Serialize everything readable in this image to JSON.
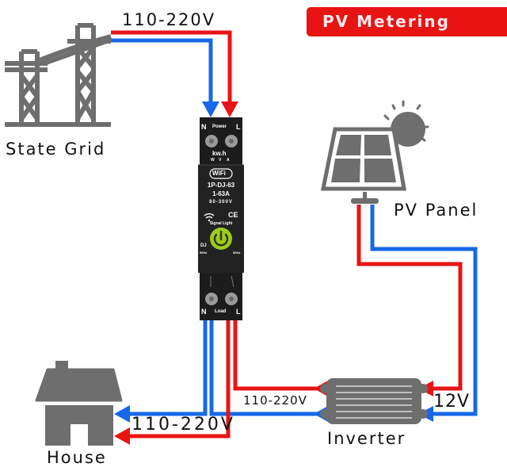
{
  "title": "PV Metering",
  "colors": {
    "live_wire": "#e81414",
    "neutral_wire": "#1768e8",
    "icon_gray": "#6e6e6e",
    "meter_body": "#1c1c1c",
    "power_button": "#9ccc1c",
    "title_bg": "#e81414"
  },
  "nodes": {
    "state_grid": {
      "label": "State Grid",
      "icon": "power-tower-icon"
    },
    "pv_panel": {
      "label": "PV Panel",
      "icon": "solar-panel-icon"
    },
    "house": {
      "label": "House",
      "icon": "house-icon"
    },
    "inverter": {
      "label": "Inverter",
      "icon": "inverter-icon"
    }
  },
  "voltages": {
    "grid_input": "110-220V",
    "house_output": "110-220V",
    "inverter_output": "110-220V",
    "pv_dc": "12V"
  },
  "meter": {
    "top_n": "N",
    "top_power": "Power",
    "top_l": "L",
    "kwh": "kw.h",
    "wva": [
      "W",
      "V",
      "A"
    ],
    "wifi": "WiFi",
    "model": "1P-DJ-63",
    "current": "1-63A",
    "voltage_range": "80-300V",
    "ce": "CE",
    "signal_light": "Signal Light",
    "dj": "DJ",
    "freq_left": "50Hz",
    "freq_right": "60Hz",
    "bottom_n": "N",
    "bottom_load": "Load",
    "bottom_l": "L"
  }
}
